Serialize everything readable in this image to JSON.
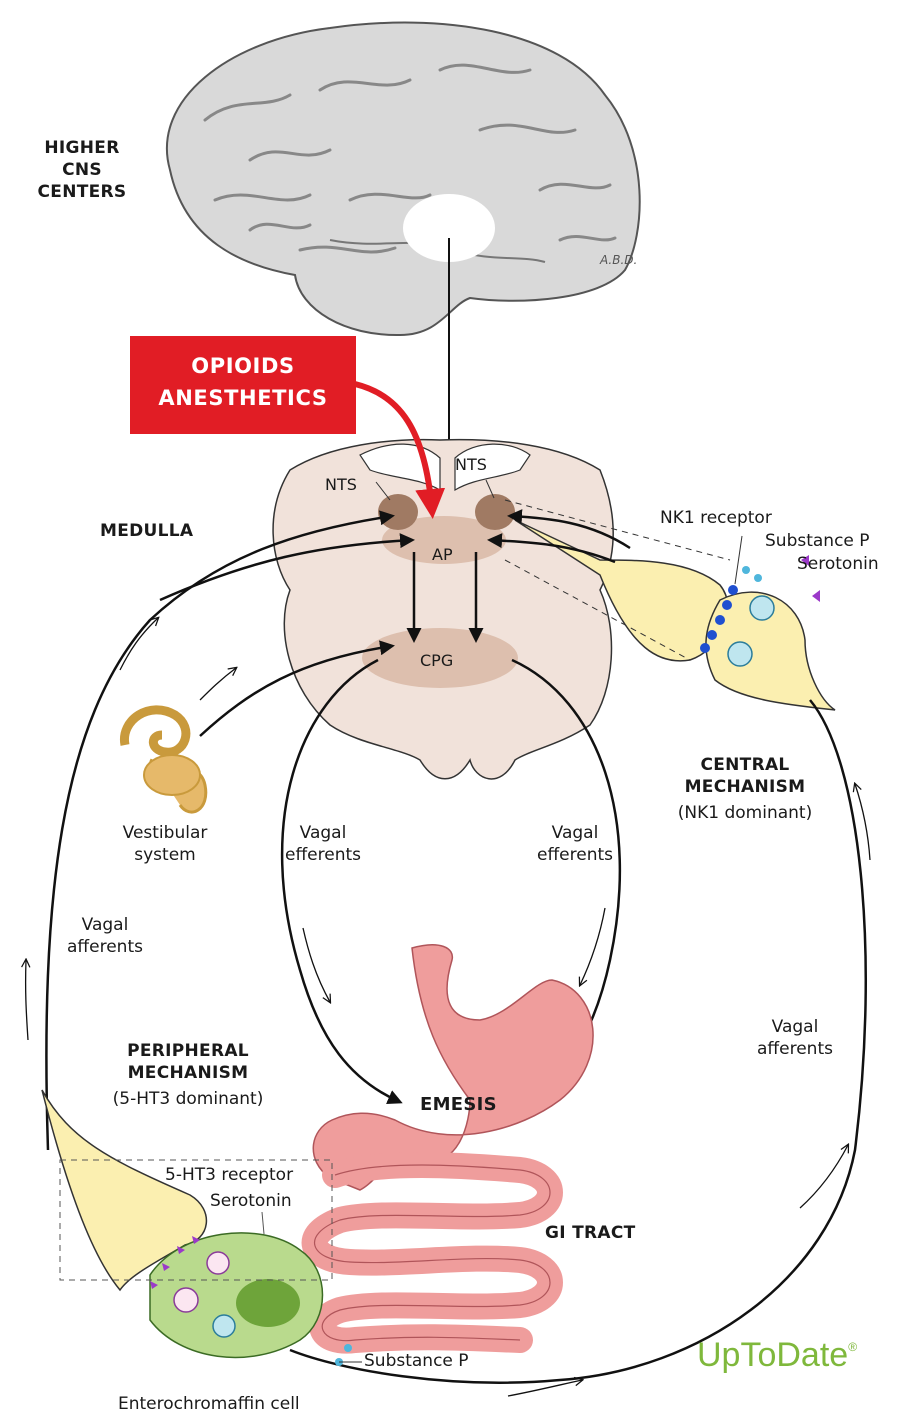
{
  "labels": {
    "higher_cns": [
      "HIGHER",
      "CNS",
      "CENTERS"
    ],
    "triggers": [
      "OPIOIDS",
      "ANESTHETICS"
    ],
    "medulla": "MEDULLA",
    "nts_left": "NTS",
    "nts_right": "NTS",
    "ap": "AP",
    "cpg": "CPG",
    "nk1_receptor": "NK1 receptor",
    "substance_p_top": "Substance P",
    "serotonin_top": "Serotonin",
    "central_mechanism": [
      "CENTRAL",
      "MECHANISM"
    ],
    "central_sub": "(NK1 dominant)",
    "vestibular": [
      "Vestibular",
      "system"
    ],
    "vagal_efferents_left": [
      "Vagal",
      "efferents"
    ],
    "vagal_efferents_right": [
      "Vagal",
      "efferents"
    ],
    "vagal_afferents_left": [
      "Vagal",
      "afferents"
    ],
    "vagal_afferents_right": [
      "Vagal",
      "afferents"
    ],
    "peripheral_mechanism": [
      "PERIPHERAL",
      "MECHANISM"
    ],
    "peripheral_sub": "(5-HT3 dominant)",
    "emesis": "EMESIS",
    "receptor_5ht3": "5-HT3 receptor",
    "serotonin_bottom": "Serotonin",
    "gi_tract": "GI TRACT",
    "substance_p_bottom": "Substance P",
    "enterochromaffin": "Enterochromaffin cell",
    "signature": "A.B.D."
  },
  "brand": {
    "name": "UpToDate",
    "mark": "®"
  },
  "colors": {
    "trigger_red": "#e11d25",
    "brand_green": "#7fb83c",
    "brain_gray": "#d9d9d9",
    "medulla_pink": "#f1e2da",
    "nucleus_brown": "#a07a63",
    "neuron_yellow": "#fbefb0",
    "stomach_pink": "#ef9d9c",
    "ec_cell_green": "#b9da8d",
    "receptor_blue": "#1f4fd0",
    "serotonin_purple": "#9b39c9",
    "substance_p_cyan": "#4fb6dc"
  },
  "icons": [
    "brain-icon",
    "inner-ear-icon",
    "neuron-terminal-icon",
    "stomach-icon",
    "enterochromaffin-cell-icon"
  ]
}
